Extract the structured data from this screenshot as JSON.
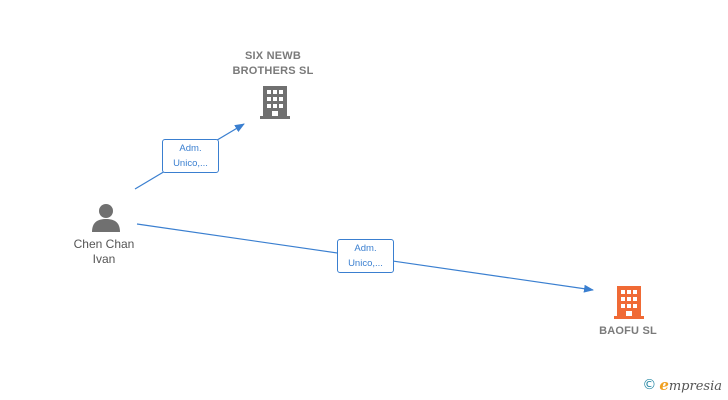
{
  "nodes": {
    "company_top": {
      "name": "SIX NEWB\nBROTHERS  SL",
      "icon": "building-icon",
      "color": "#707070"
    },
    "company_focus": {
      "name": "BAOFU  SL",
      "icon": "building-icon",
      "color": "#f06a35"
    },
    "person": {
      "name": "Chen Chan\nIvan",
      "icon": "person-icon",
      "color": "#707070"
    }
  },
  "relations": [
    {
      "line1": "Adm.",
      "line2": "Unico,..."
    },
    {
      "line1": "Adm.",
      "line2": "Unico,..."
    }
  ],
  "colors": {
    "link": "#3a7fd0"
  },
  "footer": {
    "copyright_symbol": "©",
    "brand_initial": "e",
    "brand_rest": "mpresia"
  }
}
